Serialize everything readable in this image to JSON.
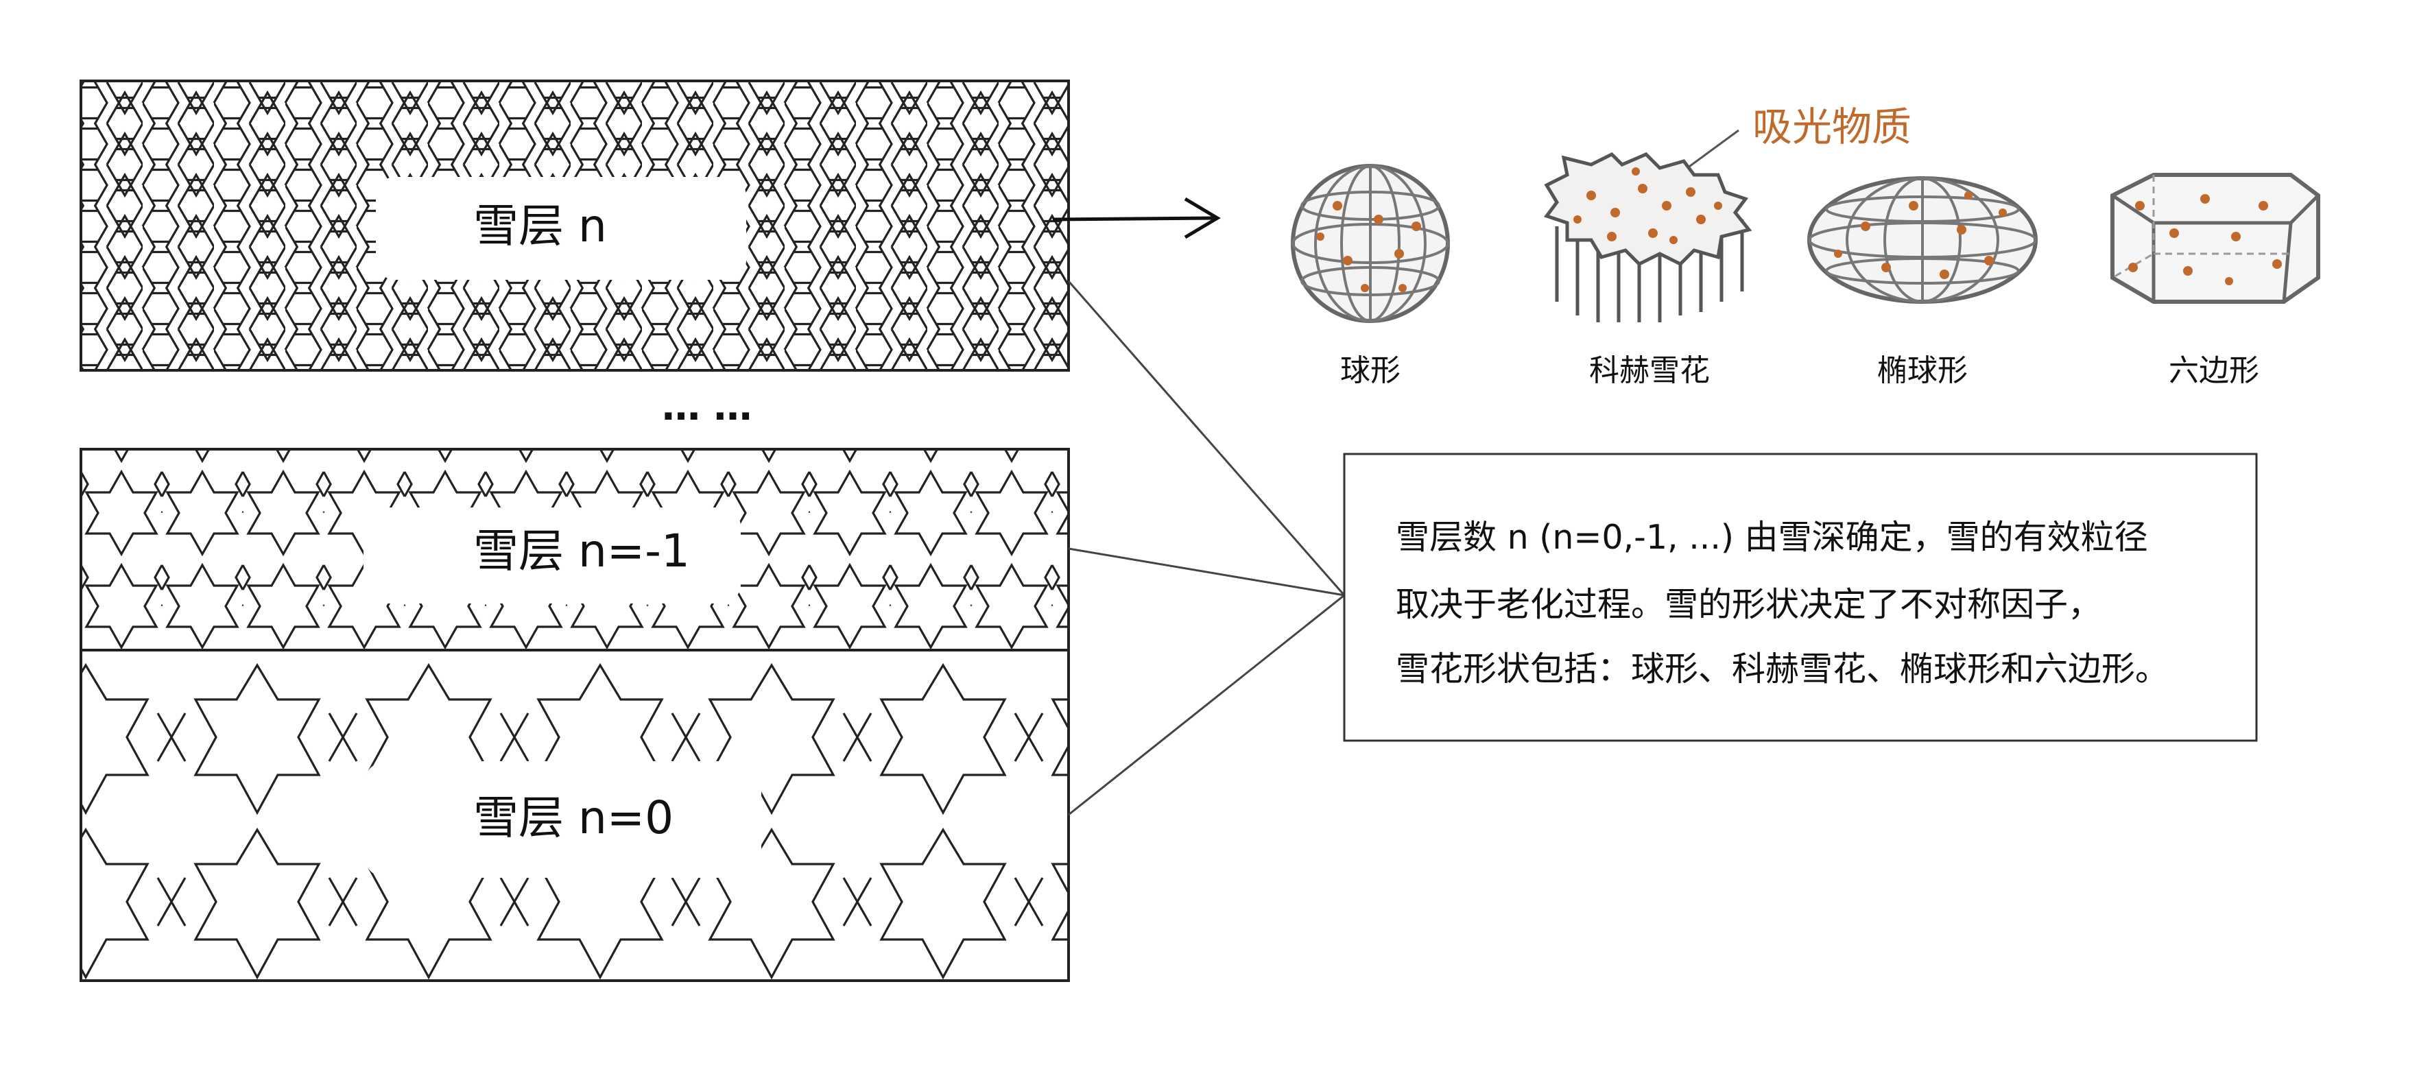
{
  "layers": [
    {
      "label": "雪层   n"
    },
    {
      "label": "雪层  n=-1"
    },
    {
      "label": "雪层  n=0"
    }
  ],
  "ellipsis": "… …",
  "absorbing_label": "吸光物质",
  "shapes": [
    {
      "label": "球形"
    },
    {
      "label": "科赫雪花"
    },
    {
      "label": "椭球形"
    },
    {
      "label": "六边形"
    }
  ],
  "note_lines": [
    "雪层数 n (n=0,-1, ...) 由雪深确定，雪的有效粒径",
    "取决于老化过程。雪的形状决定了不对称因子，",
    "雪花形状包括：球形、科赫雪花、椭球形和六边形。"
  ],
  "colors": {
    "accent_brown": "#c0692a",
    "line": "#2a2a2a",
    "gray": "#6e6e6e"
  }
}
